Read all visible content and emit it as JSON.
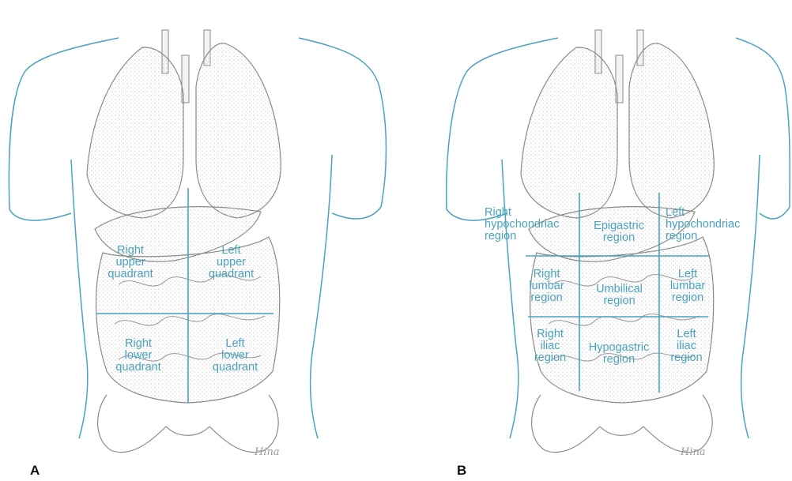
{
  "colors": {
    "outline": "#4aa3bf",
    "organ_line": "#8a8a8a",
    "organ_fill": "#f4f4f4",
    "label": "#4aa3bf"
  },
  "panelA": {
    "letter": "A",
    "labels": {
      "ruq": [
        "Right",
        "upper",
        "quadrant"
      ],
      "luq": [
        "Left",
        "upper",
        "quadrant"
      ],
      "rlq": [
        "Right",
        "lower",
        "quadrant"
      ],
      "llq": [
        "Left",
        "lower",
        "quadrant"
      ]
    },
    "signature": "Hina"
  },
  "panelB": {
    "letter": "B",
    "labels": {
      "r_hypo": [
        "Right",
        "hypochondriac",
        "region"
      ],
      "epi": [
        "Epigastric",
        "region"
      ],
      "l_hypo": [
        "Left",
        "hypochondriac",
        "region"
      ],
      "r_lumbar": [
        "Right",
        "lumbar",
        "region"
      ],
      "umbilical": [
        "Umbilical",
        "region"
      ],
      "l_lumbar": [
        "Left",
        "lumbar",
        "region"
      ],
      "r_iliac": [
        "Right",
        "iliac",
        "region"
      ],
      "hypogastric": [
        "Hypogastric",
        "region"
      ],
      "l_iliac": [
        "Left",
        "iliac",
        "region"
      ]
    },
    "signature": "Hina"
  }
}
